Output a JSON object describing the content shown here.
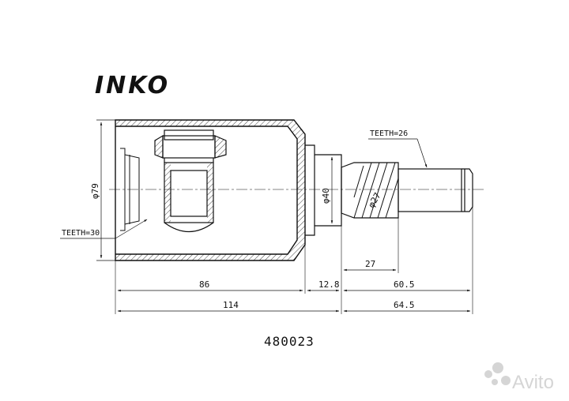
{
  "brand": {
    "logo_text": "INKO"
  },
  "part_number": "480023",
  "watermark": {
    "text": "Avito"
  },
  "dimensions": {
    "outer_diameter": "φ79",
    "flange_diameter": "φ40",
    "spline_diameter": "φ27",
    "housing_length": "86",
    "flange_width": "12.8",
    "shaft_length": "60.5",
    "spline_length": "27",
    "total_length": "114",
    "stem_length": "64.5"
  },
  "teeth": {
    "inner": "TEETH=30",
    "outer": "TEETH=26"
  },
  "colors": {
    "line": "#111111",
    "watermark": "#d5d5d5"
  }
}
